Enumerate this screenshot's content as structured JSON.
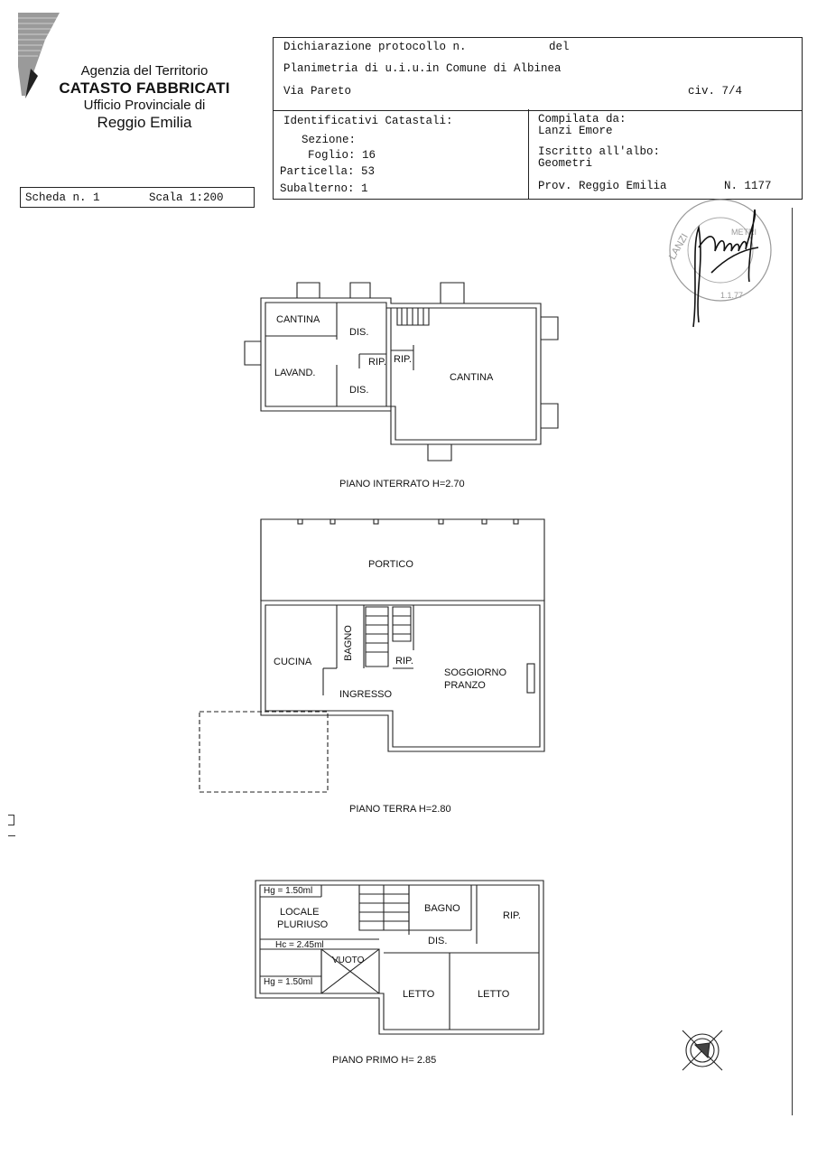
{
  "header": {
    "agency_line1": "Agenzia del Territorio",
    "agency_line2": "CATASTO FABBRICATI",
    "agency_line3": "Ufficio Provinciale di",
    "agency_line4": "Reggio Emilia"
  },
  "scheda": {
    "label": "Scheda n. 1",
    "scale": "Scala 1:200"
  },
  "declaration": {
    "protocol": "Dichiarazione protocollo n.",
    "del": "del",
    "planimetry": "Planimetria di u.i.u.in Comune di Albinea",
    "street": "Via Pareto",
    "civ": "civ. 7/4"
  },
  "identifiers": {
    "title": "Identificativi Catastali:",
    "sezione": "Sezione:",
    "foglio": "Foglio: 16",
    "particella": "Particella: 53",
    "subalterno": "Subalterno: 1"
  },
  "compiler": {
    "compiled_by_label": "Compilata da:",
    "compiled_by": "Lanzi Emore",
    "albo_label": "Iscritto all'albo:",
    "albo": "Geometri",
    "prov": "Prov. Reggio Emilia",
    "number": "N. 1177"
  },
  "floors": {
    "interrato": {
      "caption": "PIANO INTERRATO H=2.70",
      "rooms": [
        "CANTINA",
        "DIS.",
        "LAVAND.",
        "RIP.",
        "RIP.",
        "DIS.",
        "CANTINA"
      ]
    },
    "terra": {
      "caption": "PIANO TERRA H=2.80",
      "rooms": [
        "PORTICO",
        "CUCINA",
        "BAGNO",
        "RIP.",
        "SOGGIORNO",
        "PRANZO",
        "INGRESSO"
      ]
    },
    "primo": {
      "caption": "PIANO PRIMO H= 2.85",
      "rooms": [
        "Hg = 1.50ml",
        "LOCALE",
        "PLURIUSO",
        "Hc = 2.45ml",
        "VUOTO",
        "Hg = 1.50ml",
        "BAGNO",
        "RIP.",
        "DIS.",
        "LETTO",
        "LETTO"
      ]
    }
  },
  "stamp": {
    "text": "LANZI EMORE GEOMETRI"
  }
}
